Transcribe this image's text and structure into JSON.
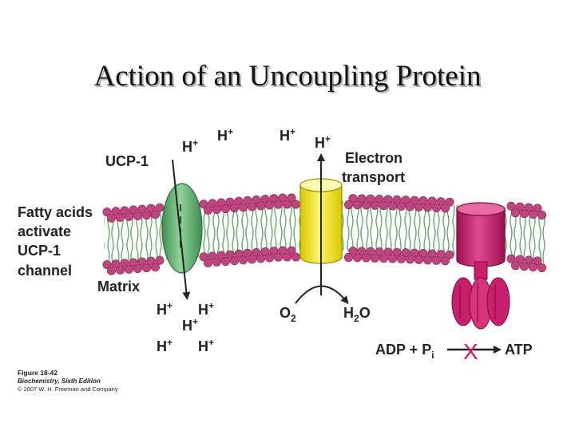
{
  "title": "Action of an Uncoupling Protein",
  "labels": {
    "ucp1": "UCP-1",
    "electron_transport_line1": "Electron",
    "electron_transport_line2": "transport",
    "fatty_line1": "Fatty acids",
    "fatty_line2": "activate",
    "fatty_line3": "UCP-1",
    "fatty_line4": "channel",
    "matrix": "Matrix",
    "proton": "H",
    "proton_charge": "+",
    "o2_letter": "O",
    "o2_sub": "2",
    "h2o_h": "H",
    "h2o_sub": "2",
    "h2o_o": "O",
    "adp": "ADP + P",
    "adp_sub": "i",
    "atp": "ATP",
    "block_mark": "X"
  },
  "caption": {
    "figure": "Figure 18-42",
    "book": "Biochemistry, Sixth Edition",
    "copyright": "© 2007 W. H. Freeman and Company"
  },
  "colors": {
    "lipid_head": "#c0457f",
    "lipid_tail": "#58a65a",
    "ucp1": "#5fae6f",
    "electron_transport": "#f2e51a",
    "atp_synthase": "#c81e6b",
    "block_x": "#d4146a"
  }
}
